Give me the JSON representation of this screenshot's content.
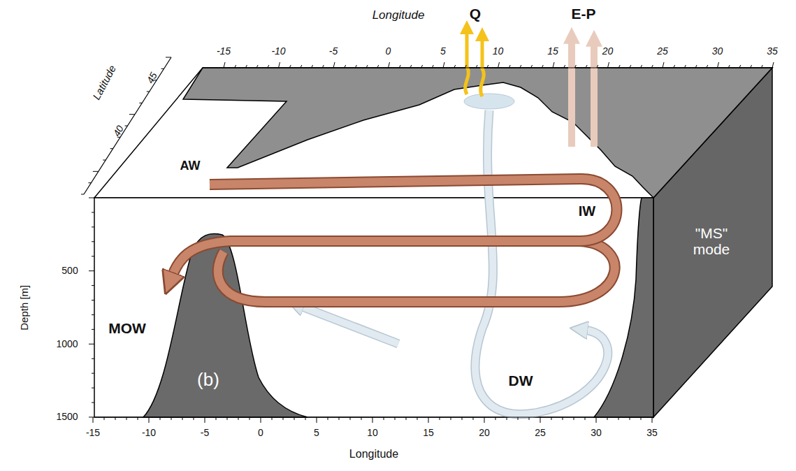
{
  "diagram": {
    "labels": [
      "Longitude",
      "Q",
      "E-P",
      "Latitude",
      "45",
      "40",
      "-15",
      "-10",
      "-5",
      "0",
      "5",
      "10",
      "15",
      "20",
      "25",
      "30",
      "35",
      "AW",
      "IW",
      "\"MS\" mode",
      "MOW",
      "DW",
      "(b)",
      "Depth [m]",
      "500",
      "1000",
      "1500",
      "-15",
      "-10",
      "-5",
      "0",
      "5",
      "10",
      "15",
      "20",
      "25",
      "30",
      "35",
      "Longitude"
    ]
  }
}
